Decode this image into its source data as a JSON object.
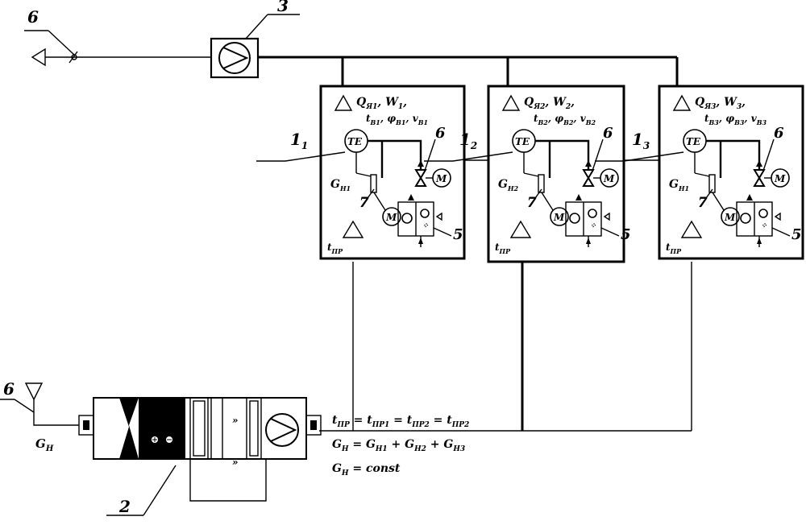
{
  "labels": {
    "exhaust_num": "6",
    "fan_num": "3",
    "intake_num": "6",
    "ahu_num": "2",
    "gh": "G",
    "gh_sub": "Н"
  },
  "equations": {
    "line1": "t",
    "line1_sub": "ПР",
    "line1_rest": " = t",
    "line2": "G",
    "line2_sub": "Н",
    "line3": "G",
    "line3_sub": "Н",
    "line3_rest": " = const"
  },
  "rooms": [
    {
      "room_label": "1",
      "room_sub": "1",
      "q_label": "Q",
      "q_sub": "Я1",
      "w_label": "W",
      "w_sub": "1",
      "t_label": "t",
      "t_sub": "В1",
      "phi_label": "φ",
      "phi_sub": "В1",
      "v_label": "v",
      "v_sub": "В1",
      "te": "TE",
      "m": "M",
      "gh": "G",
      "gh_sub": "Н1",
      "seven": "7",
      "six": "6",
      "five": "5",
      "tpr": "t",
      "tpr_sub": "ПР"
    },
    {
      "room_label": "1",
      "room_sub": "2",
      "q_label": "Q",
      "q_sub": "Я2",
      "w_label": "W",
      "w_sub": "2",
      "t_label": "t",
      "t_sub": "В2",
      "phi_label": "φ",
      "phi_sub": "В2",
      "v_label": "v",
      "v_sub": "В2",
      "te": "TE",
      "m": "M",
      "gh": "G",
      "gh_sub": "Н2",
      "seven": "7",
      "six": "6",
      "five": "5",
      "tpr": "t",
      "tpr_sub": "ПР"
    },
    {
      "room_label": "1",
      "room_sub": "3",
      "q_label": "Q",
      "q_sub": "Я3",
      "w_label": "W",
      "w_sub": "3",
      "t_label": "t",
      "t_sub": "В3",
      "phi_label": "φ",
      "phi_sub": "В3",
      "v_label": "v",
      "v_sub": "В3",
      "te": "TE",
      "m": "M",
      "gh": "G",
      "gh_sub": "Н1",
      "seven": "7",
      "six": "6",
      "five": "5",
      "tpr": "t",
      "tpr_sub": "ПР"
    }
  ]
}
